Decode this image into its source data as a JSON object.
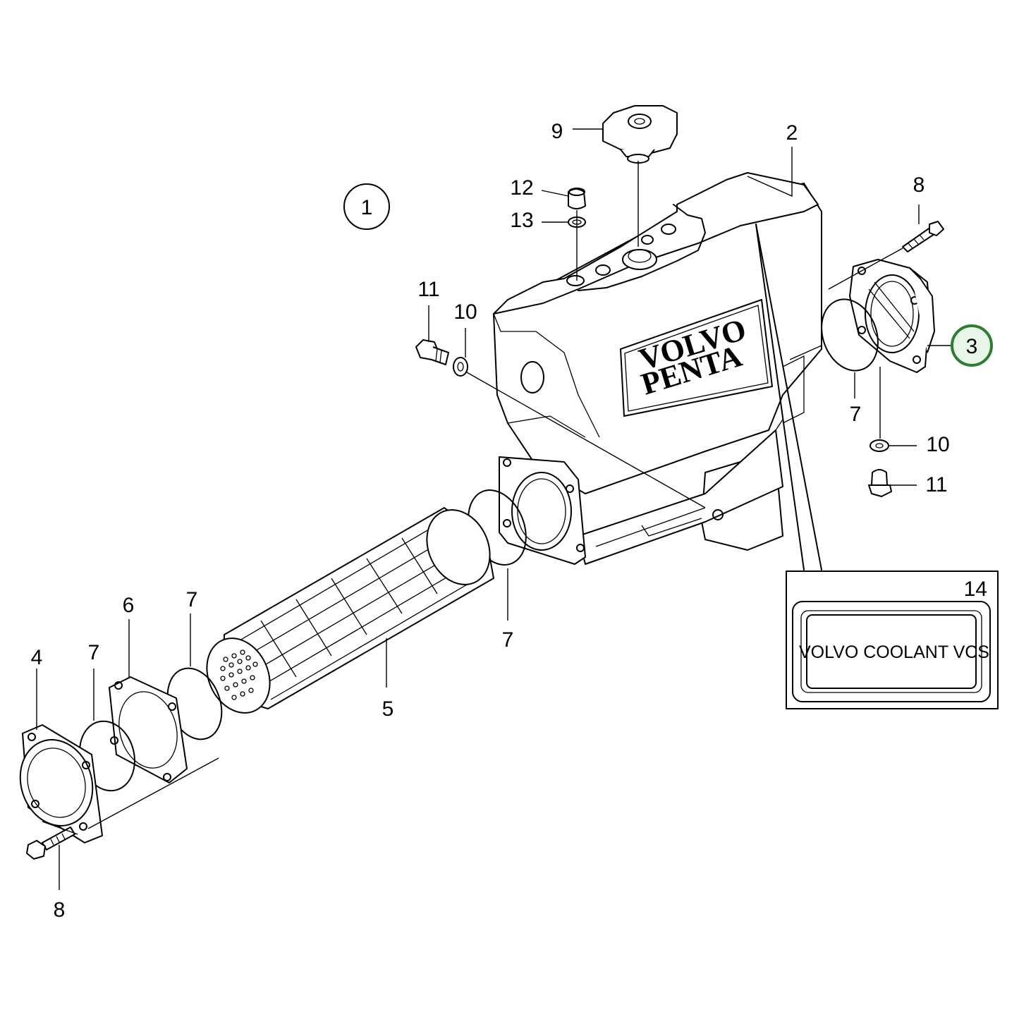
{
  "figure_ref": "1",
  "brand": {
    "line1": "VOLVO",
    "line2": "PENTA"
  },
  "decal": {
    "number": "14",
    "text": "VOLVO COOLANT VCS"
  },
  "callouts": {
    "c2": "2",
    "c3": "3",
    "c4": "4",
    "c5": "5",
    "c6": "6",
    "c7a": "7",
    "c7b": "7",
    "c7c": "7",
    "c7d": "7",
    "c8a": "8",
    "c8b": "8",
    "c9": "9",
    "c10a": "10",
    "c10b": "10",
    "c11a": "11",
    "c11b": "11",
    "c12": "12",
    "c13": "13"
  },
  "colors": {
    "line": "#000000",
    "highlight_ring": "#2e7d32",
    "highlight_fill": "#e8f5e9"
  }
}
